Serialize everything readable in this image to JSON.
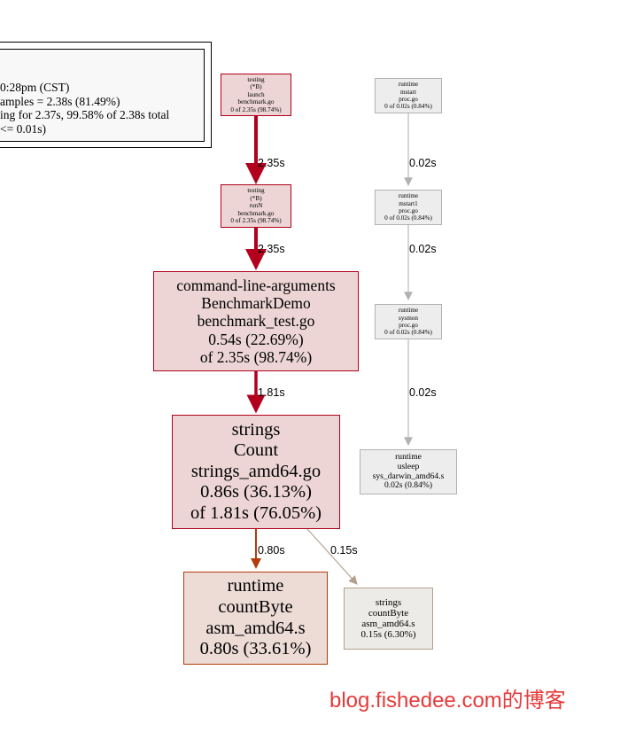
{
  "legend": {
    "lines": [
      "0:28pm (CST)",
      "amples = 2.38s (81.49%)",
      "ing for 2.37s, 99.58% of 2.38s total",
      "<= 0.01s)"
    ]
  },
  "nodes": {
    "launch": [
      "testing",
      "(*B)",
      "launch",
      "benchmark.go",
      "0 of 2.35s (98.74%)"
    ],
    "runN": [
      "testing",
      "(*B)",
      "runN",
      "benchmark.go",
      "0 of 2.35s (98.74%)"
    ],
    "bench": [
      "command-line-arguments",
      "BenchmarkDemo",
      "benchmark_test.go",
      "0.54s (22.69%)",
      "of 2.35s (98.74%)"
    ],
    "count": [
      "strings",
      "Count",
      "strings_amd64.go",
      "0.86s (36.13%)",
      "of 1.81s (76.05%)"
    ],
    "countbyte_rt": [
      "runtime",
      "countByte",
      "asm_amd64.s",
      "0.80s (33.61%)"
    ],
    "countbyte_str": [
      "strings",
      "countByte",
      "asm_amd64.s",
      "0.15s (6.30%)"
    ],
    "mstart": [
      "runtime",
      "mstart",
      "proc.go",
      "0 of 0.02s (0.84%)"
    ],
    "mstart1": [
      "runtime",
      "mstart1",
      "proc.go",
      "0 of 0.02s (0.84%)"
    ],
    "sysmon": [
      "runtime",
      "sysmon",
      "proc.go",
      "0 of 0.02s (0.84%)"
    ],
    "usleep": [
      "runtime",
      "usleep",
      "sys_darwin_amd64.s",
      "0.02s (0.84%)"
    ]
  },
  "edges": {
    "launch_runN": "2.35s",
    "runN_bench": "2.35s",
    "bench_count": "1.81s",
    "count_rt": "0.80s",
    "count_str": "0.15s",
    "mstart_mstart1": "0.02s",
    "mstart1_sysmon": "0.02s",
    "sysmon_usleep": "0.02s"
  },
  "colors": {
    "hot_edge": "#b2001d",
    "rt_edge": "#b23c0c",
    "cool_edge": "#b2b2b2",
    "str_edge": "#b29f8c",
    "watermark": "#e53a3a"
  },
  "watermark": "blog.fishedee.com的博客"
}
